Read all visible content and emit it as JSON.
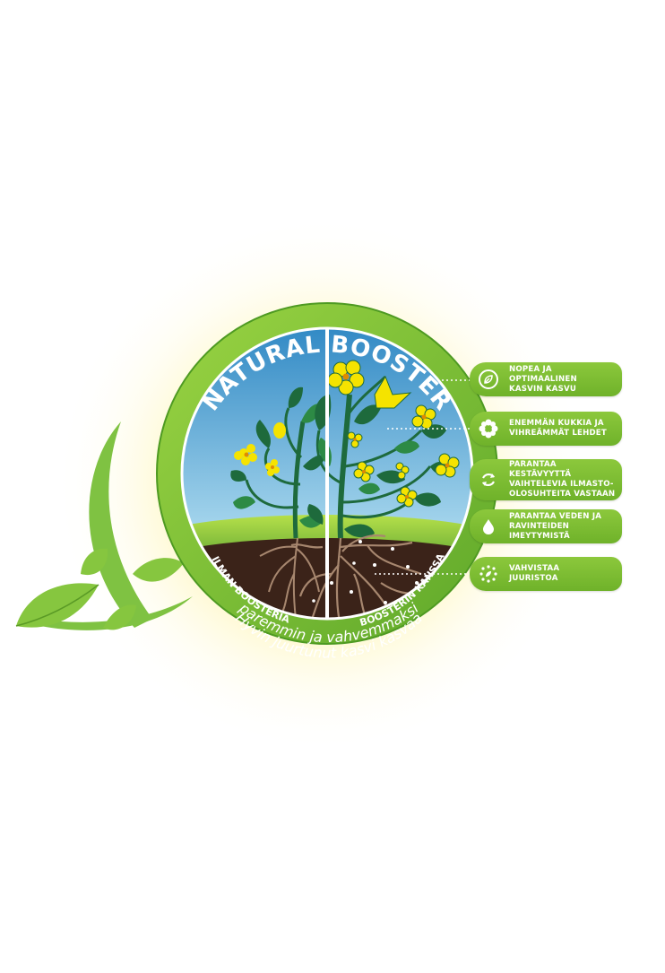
{
  "title": "NATURAL BOOSTER",
  "left_label": "ILMAN BOOSTERIA",
  "right_label": "BOOSTERIN KANSSA",
  "tagline_line1": "Hyvin juurtunut kasvi kasvaa",
  "tagline_line2": "paremmin ja vahvemmaksi",
  "benefits": [
    {
      "text": "NOPEA JA OPTIMAALINEN\nKASVIN KASVU",
      "icon": "leaf-icon"
    },
    {
      "text": "ENEMMÄN KUKKIA JA\nVIHREÄMMÄT LEHDET",
      "icon": "flower-icon"
    },
    {
      "text": "PARANTAA KESTÄVYYTTÄ\nVAIHTELEVIA ILMASTO-\nOLOSUHTEITA VASTAAN",
      "icon": "recycle-arrows-icon"
    },
    {
      "text": "PARANTAA VEDEN JA\nRAVINTEIDEN IMEYTYMISTÄ",
      "icon": "water-drop-icon"
    },
    {
      "text": "VAHVISTAA\nJUURISTOA",
      "icon": "root-dots-icon"
    }
  ],
  "colors": {
    "green_light": "#8cc83c",
    "green_dark": "#1e6a3c",
    "sky_top": "#2f88c4",
    "sky_bottom": "#dff1f8",
    "soil": "#3b2319",
    "flower_yellow": "#f5e300",
    "glow": "#fff4a8"
  }
}
